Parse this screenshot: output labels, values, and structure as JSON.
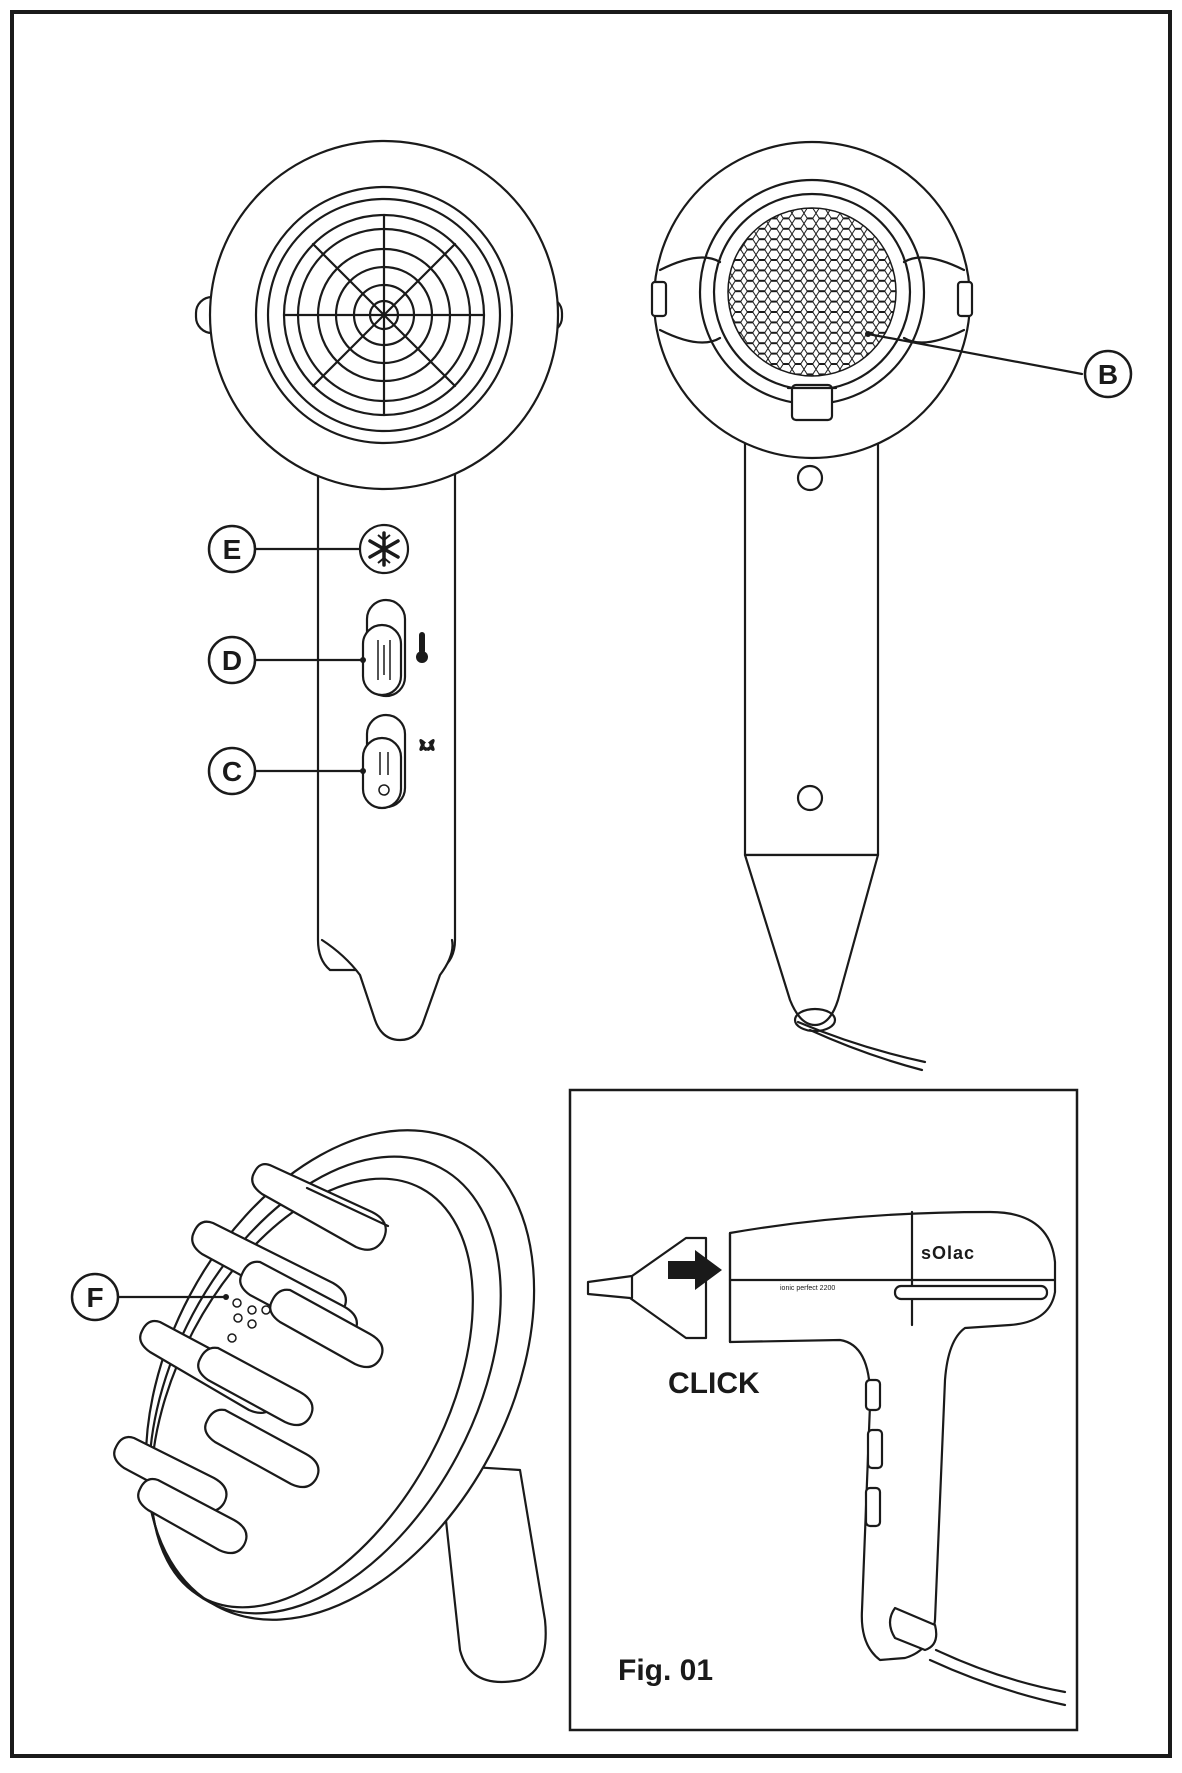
{
  "callouts": {
    "b": "B",
    "c": "C",
    "d": "D",
    "e": "E",
    "f": "F"
  },
  "click_label": "CLICK",
  "figure_label": "Fig. 01",
  "dryer_side": {
    "model_text": "ionic perfect 2200",
    "brand": "sOlac"
  },
  "icons": {
    "cool_shot": "snowflake-icon",
    "heat": "thermometer-icon",
    "fan": "fan-icon",
    "click_arrow": "arrow-right-icon"
  },
  "colors": {
    "line": "#1a1a1a",
    "background": "#ffffff"
  }
}
